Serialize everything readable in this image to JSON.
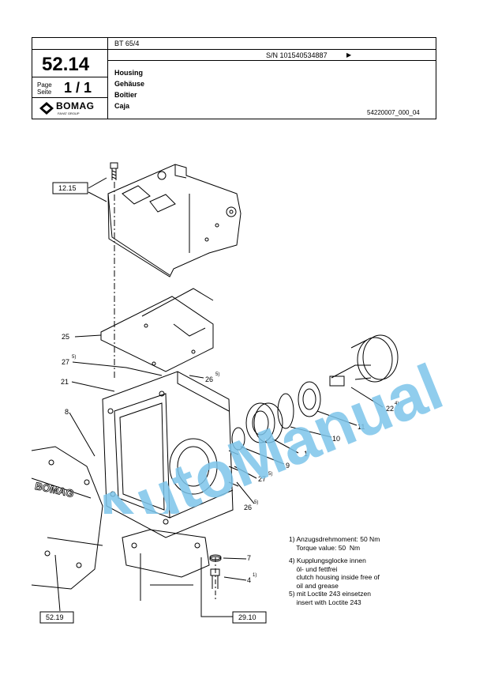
{
  "header": {
    "model": "BT 65/4",
    "page_number": "52.14",
    "page_label_1": "Page",
    "page_label_2": "Seite",
    "page_fraction": "1 / 1",
    "serial": "S/N 101540534887",
    "serial_arrow": "▶",
    "titles": [
      "Housing",
      "Gehäuse",
      "Boîtier",
      "Caja"
    ],
    "drawing_id": "54220007_000_04",
    "logo_text": "BOMAG",
    "logo_sub": "FAYAT GROUP"
  },
  "references": {
    "ref_1215": "12.15",
    "ref_5219": "52.19",
    "ref_2910": "29.10"
  },
  "callouts": {
    "c1": "1",
    "c4": "4",
    "c4_sup": "1)",
    "c7": "7",
    "c8": "8",
    "c9": "9",
    "c10": "10",
    "c11": "11",
    "c21": "21",
    "c22": "22",
    "c22_sup": "4)",
    "c25": "25",
    "c26a": "26",
    "c26a_sup": "5)",
    "c26b": "26",
    "c26b_sup": "5)",
    "c27a": "27",
    "c27a_sup": "5)",
    "c27b": "27",
    "c27b_sup": "5)"
  },
  "notes": [
    "1) Anzugsdrehmoment: 50  Nm",
    "    Torque value: 50  Nm",
    "4) Kupplungsglocke innen",
    "    öl- und fettfrei",
    "    clutch housing inside free of",
    "    oil and grease",
    "5) mit Loctite 243 einsetzen",
    "    insert with Loctite 243"
  ],
  "watermark": "AutoManual",
  "colors": {
    "watermark": "#7cc4ea",
    "line": "#000000"
  }
}
